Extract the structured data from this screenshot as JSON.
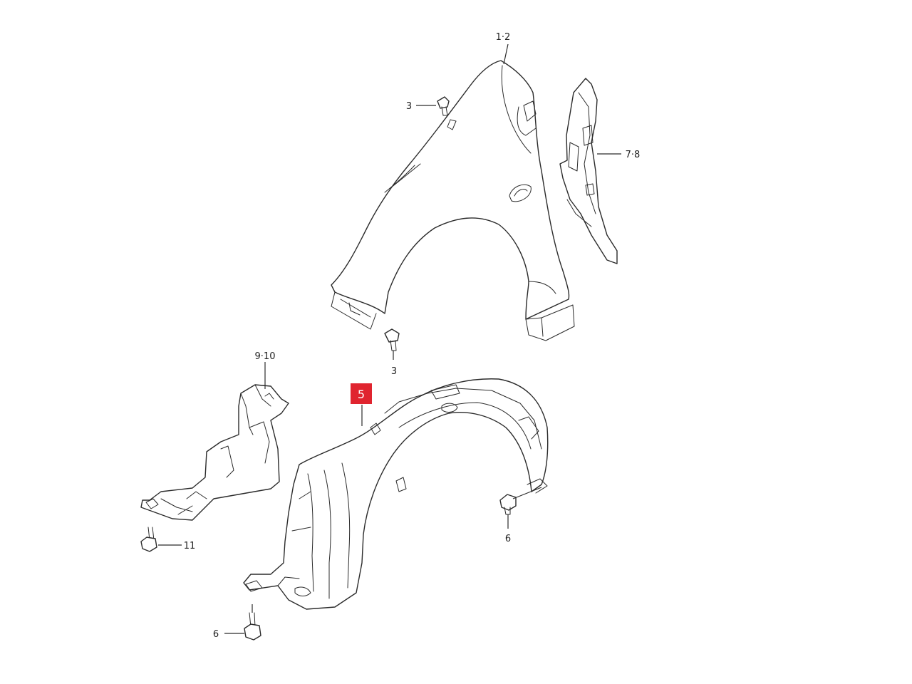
{
  "callouts": {
    "fender": "1·2",
    "bolt_upper": "3",
    "bolt_lower": "3",
    "bracket": "7·8",
    "splash_guard": "9·10",
    "fender_liner": "5",
    "clip_right": "6",
    "clip_bottom": "6",
    "bolt_guard": "11"
  },
  "colors": {
    "line": "#2b2b2b",
    "highlight": "#e0242f",
    "background": "#ffffff"
  },
  "highlighted_part": "fender_liner"
}
